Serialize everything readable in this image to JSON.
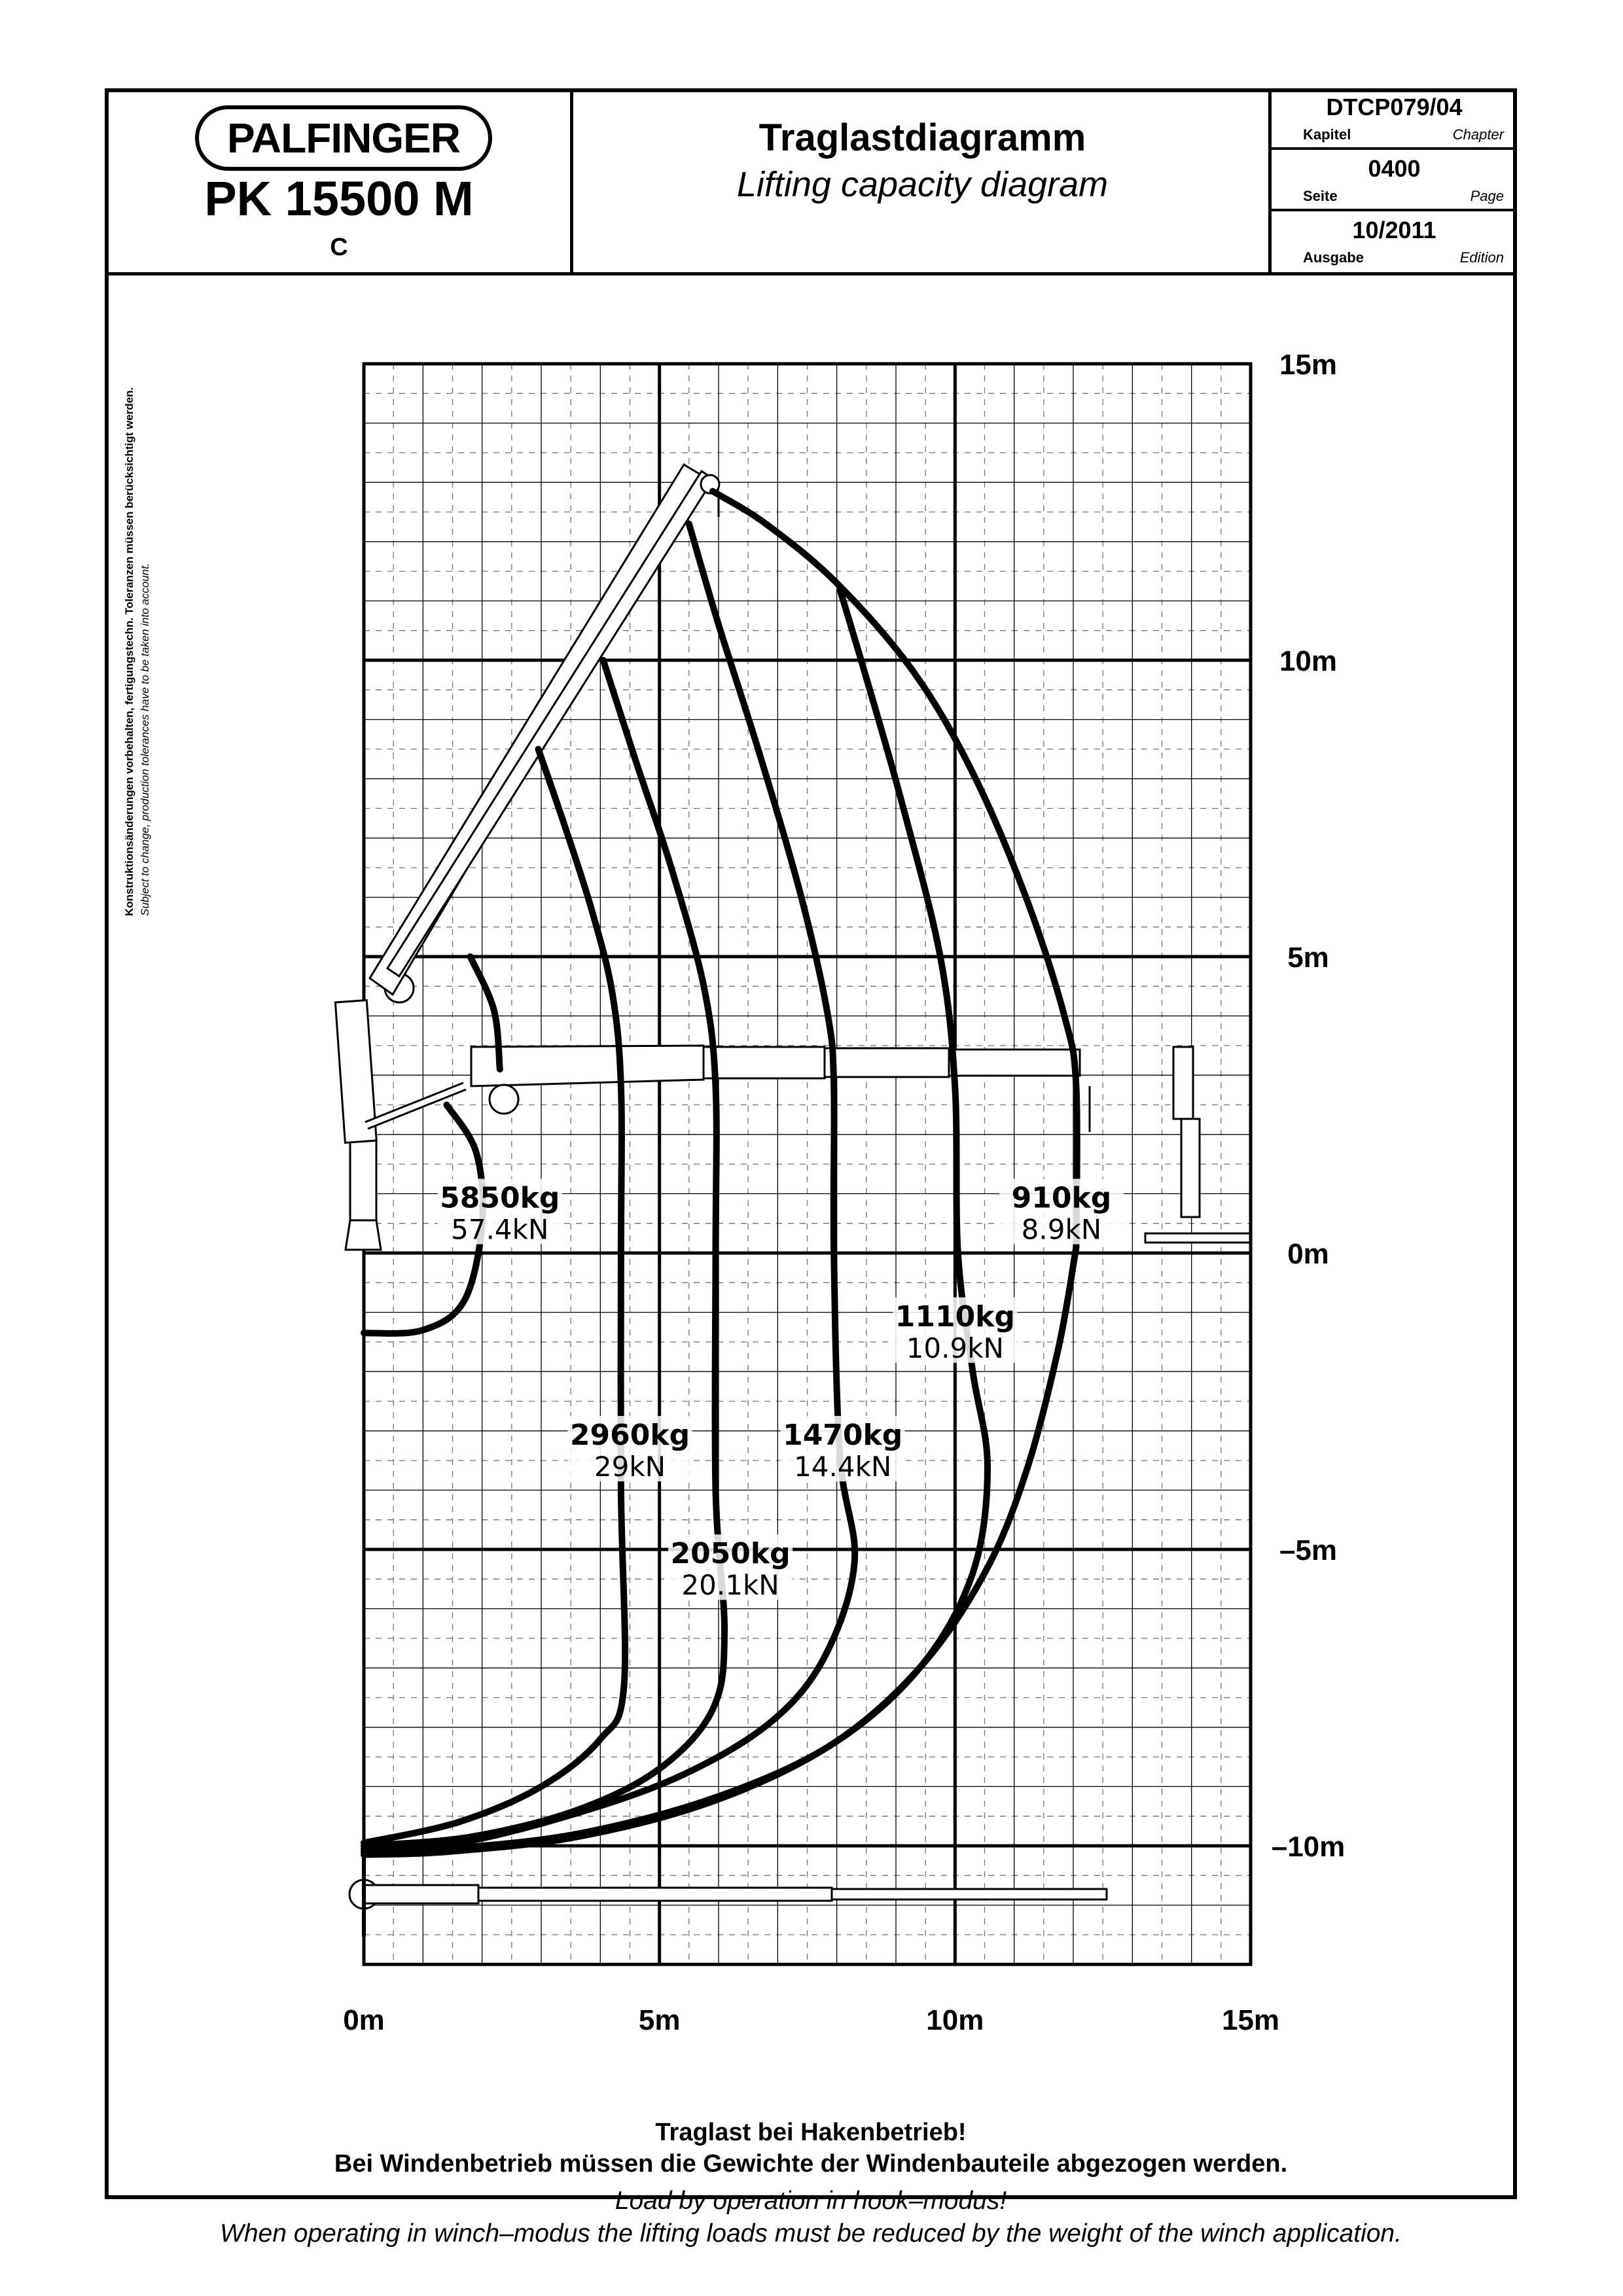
{
  "header": {
    "brand": "PALFINGER",
    "model": "PK 15500 M",
    "variant": "C",
    "title_de": "Traglastdiagramm",
    "title_en": "Lifting capacity diagram",
    "doc_code": "DTCP079/04",
    "chapter_de": "Kapitel",
    "chapter_en": "Chapter",
    "page_no": "0400",
    "page_de": "Seite",
    "page_en": "Page",
    "edition_no": "10/2011",
    "edition_de": "Ausgabe",
    "edition_en": "Edition"
  },
  "side_note": {
    "de": "Konstruktionsänderungen vorbehalten, fertigungstechn. Toleranzen müssen berücksichtigt werden.",
    "en": "Subject to change, production tolerances have to be taken into account."
  },
  "footer": {
    "de_line1": "Traglast bei Hakenbetrieb!",
    "de_line2": "Bei Windenbetrieb müssen die Gewichte der Windenbauteile abgezogen werden.",
    "en_line1": "Load by operation in hook–modus!",
    "en_line2": "When operating in winch–modus the lifting loads must be reduced by the weight of the winch application."
  },
  "colors": {
    "ink": "#000000",
    "paper": "#ffffff",
    "grid": "#000000"
  },
  "chart_data": {
    "type": "line",
    "xlabel": "",
    "ylabel": "",
    "xlim": [
      0,
      15
    ],
    "ylim": [
      -12,
      15
    ],
    "x_ticks": [
      {
        "value": 0,
        "label": "0m"
      },
      {
        "value": 5,
        "label": "5m"
      },
      {
        "value": 10,
        "label": "10m"
      },
      {
        "value": 15,
        "label": "15m"
      }
    ],
    "y_ticks": [
      {
        "value": 15,
        "label": "15m"
      },
      {
        "value": 10,
        "label": "10m"
      },
      {
        "value": 5,
        "label": "5m"
      },
      {
        "value": 0,
        "label": "0m"
      },
      {
        "value": -5,
        "label": "–5m"
      },
      {
        "value": -10,
        "label": "–10m"
      }
    ],
    "grid": true,
    "series": [
      {
        "kg": "5850kg",
        "kn": "57.4kN",
        "label_at": [
          2.3,
          0.7
        ],
        "points": [
          [
            1.8,
            5.0
          ],
          [
            2.2,
            4.1
          ],
          [
            2.3,
            3.1
          ]
        ],
        "points2": [
          [
            1.4,
            2.5
          ],
          [
            1.9,
            1.7
          ],
          [
            2.0,
            0.5
          ],
          [
            1.7,
            -0.8
          ],
          [
            1.0,
            -1.3
          ],
          [
            0,
            -1.35
          ]
        ]
      },
      {
        "kg": "2960kg",
        "kn": "29kN",
        "label_at": [
          4.5,
          -3.3
        ],
        "points": [
          [
            2.95,
            8.5
          ],
          [
            3.4,
            7.2
          ],
          [
            3.85,
            5.8
          ],
          [
            4.2,
            4.4
          ],
          [
            4.35,
            2.8
          ],
          [
            4.35,
            0
          ],
          [
            4.35,
            -4.0
          ],
          [
            4.4,
            -7.3
          ],
          [
            4.0,
            -8.2
          ],
          [
            3.0,
            -9.0
          ],
          [
            1.6,
            -9.6
          ],
          [
            0,
            -9.95
          ]
        ]
      },
      {
        "kg": "2050kg",
        "kn": "20.1kN",
        "label_at": [
          6.2,
          -5.3
        ],
        "points": [
          [
            4.05,
            10.0
          ],
          [
            4.6,
            8.3
          ],
          [
            5.2,
            6.5
          ],
          [
            5.75,
            4.5
          ],
          [
            5.95,
            2.8
          ],
          [
            5.95,
            0
          ],
          [
            5.95,
            -4.0
          ],
          [
            6.1,
            -6.4
          ],
          [
            5.9,
            -7.7
          ],
          [
            5.0,
            -8.7
          ],
          [
            3.6,
            -9.4
          ],
          [
            1.8,
            -9.85
          ],
          [
            0,
            -10.0
          ]
        ]
      },
      {
        "kg": "1470kg",
        "kn": "14.4kN",
        "label_at": [
          8.1,
          -3.3
        ],
        "points": [
          [
            5.5,
            12.3
          ],
          [
            6.0,
            10.6
          ],
          [
            6.7,
            8.4
          ],
          [
            7.4,
            6.0
          ],
          [
            7.85,
            4.0
          ],
          [
            7.95,
            2.8
          ],
          [
            7.95,
            0
          ],
          [
            8.05,
            -3.4
          ],
          [
            8.3,
            -5.2
          ],
          [
            7.8,
            -6.8
          ],
          [
            6.9,
            -7.9
          ],
          [
            5.4,
            -8.8
          ],
          [
            3.6,
            -9.45
          ],
          [
            1.6,
            -9.95
          ],
          [
            0,
            -10.05
          ]
        ]
      },
      {
        "kg": "1110kg",
        "kn": "10.9kN",
        "label_at": [
          10.0,
          -1.3
        ],
        "points": [
          [
            8.05,
            11.2
          ],
          [
            8.5,
            9.7
          ],
          [
            9.1,
            7.6
          ],
          [
            9.75,
            5.0
          ],
          [
            10.0,
            2.8
          ],
          [
            10.05,
            0
          ],
          [
            10.3,
            -2.0
          ],
          [
            10.55,
            -3.6
          ],
          [
            10.3,
            -5.4
          ],
          [
            9.4,
            -7.0
          ],
          [
            7.9,
            -8.3
          ],
          [
            5.9,
            -9.2
          ],
          [
            3.6,
            -9.8
          ],
          [
            1.4,
            -10.05
          ],
          [
            0,
            -10.1
          ]
        ]
      },
      {
        "kg": "910kg",
        "kn": "8.9kN",
        "label_at": [
          11.8,
          0.7
        ],
        "points": [
          [
            5.9,
            12.85
          ],
          [
            6.8,
            12.3
          ],
          [
            8.0,
            11.3
          ],
          [
            9.3,
            9.8
          ],
          [
            10.3,
            8.1
          ],
          [
            11.2,
            6.0
          ],
          [
            11.85,
            4.0
          ],
          [
            12.05,
            2.8
          ],
          [
            12.05,
            0.1
          ]
        ],
        "points2": [
          [
            12.05,
            0.1
          ],
          [
            11.75,
            -1.6
          ],
          [
            11.2,
            -3.7
          ],
          [
            10.5,
            -5.4
          ],
          [
            9.4,
            -7.0
          ],
          [
            7.9,
            -8.3
          ],
          [
            5.9,
            -9.25
          ],
          [
            3.6,
            -9.85
          ],
          [
            1.4,
            -10.1
          ],
          [
            0,
            -10.15
          ]
        ]
      }
    ]
  }
}
